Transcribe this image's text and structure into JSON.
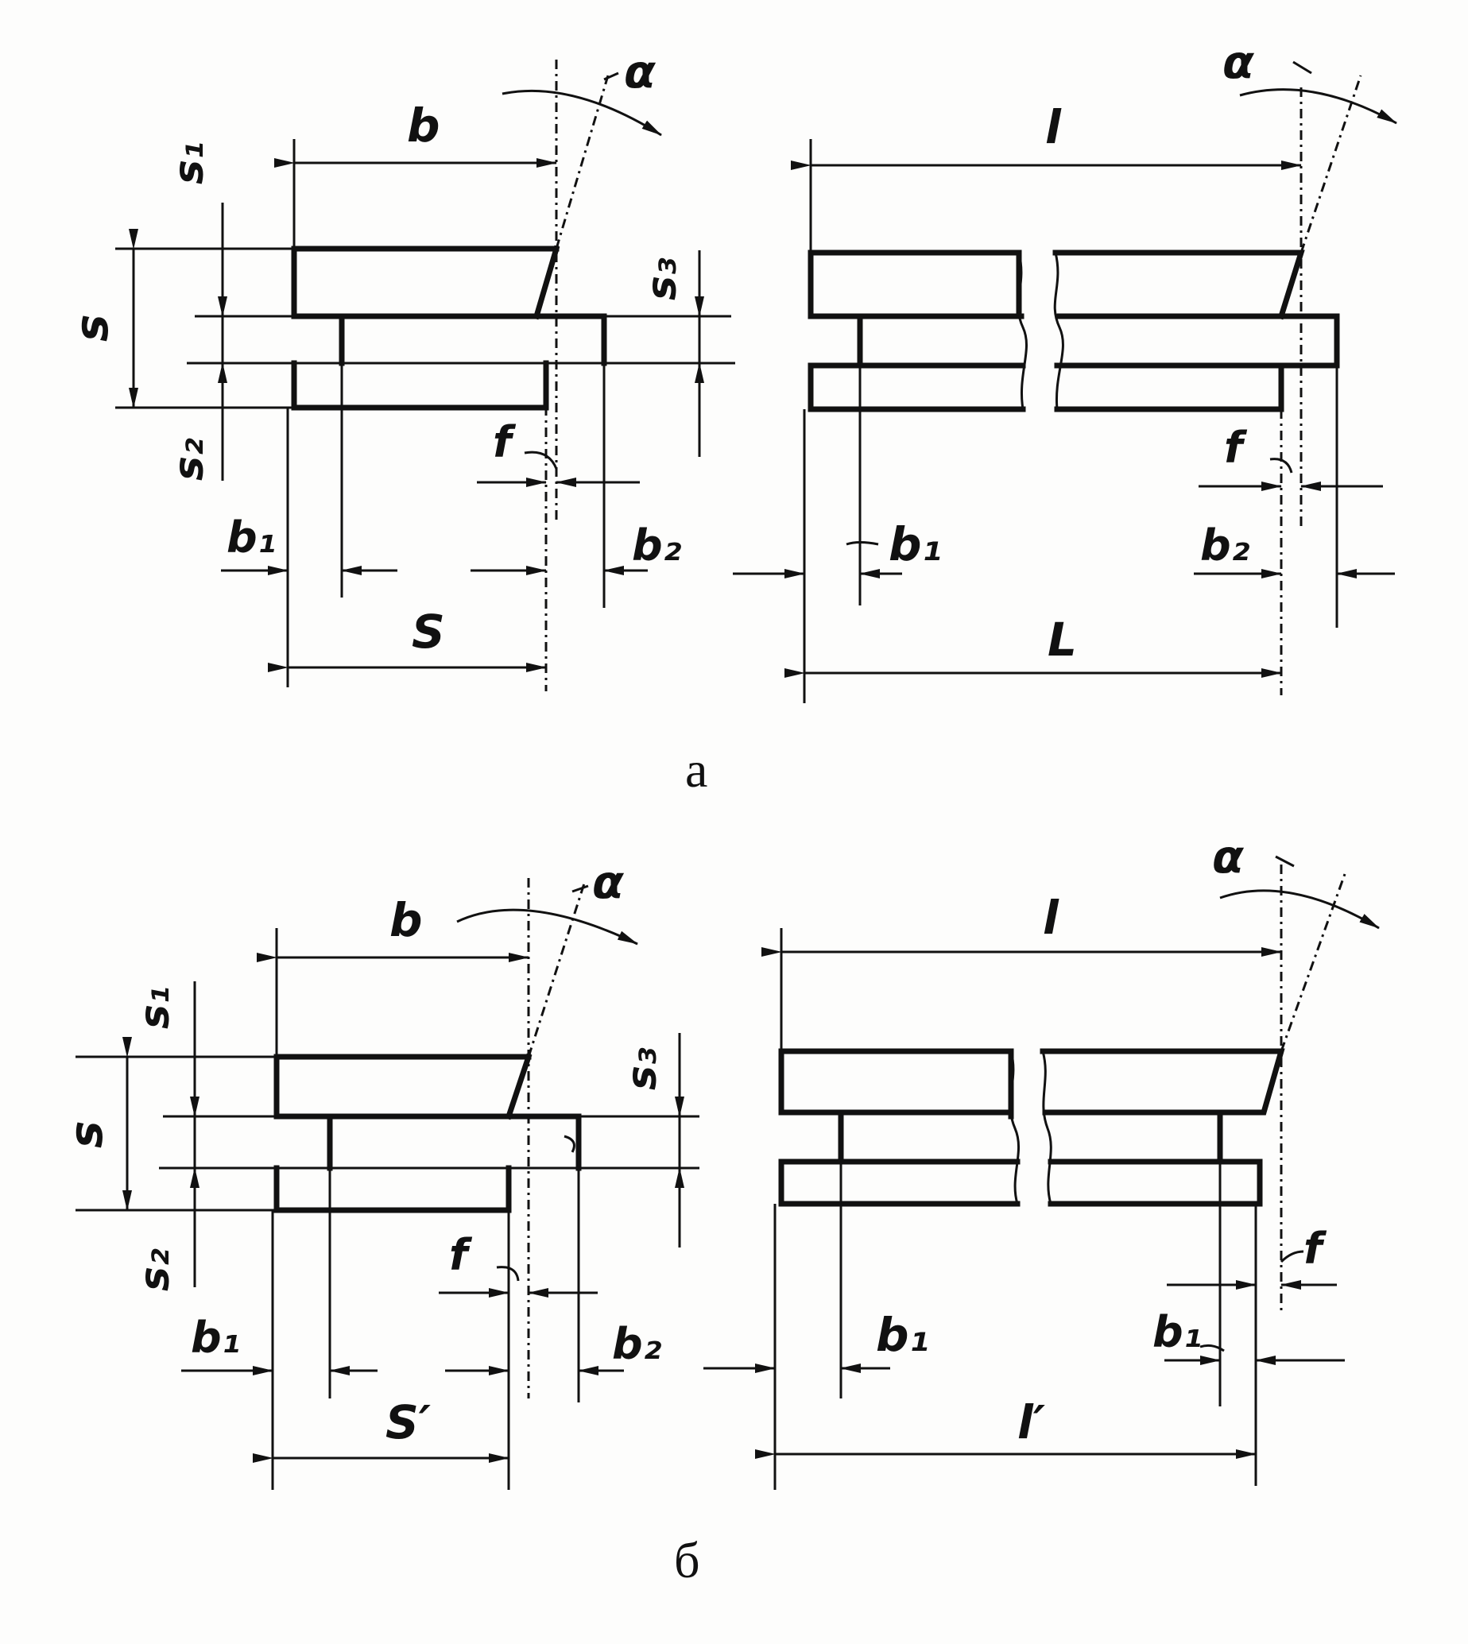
{
  "figure": {
    "panels": [
      {
        "caption": "а"
      },
      {
        "caption": "б"
      }
    ],
    "labels": {
      "b": "b",
      "l": "l",
      "alpha": "α",
      "s": "s",
      "s1": "s₁",
      "s2": "s₂",
      "s3": "s₃",
      "f": "f",
      "b1": "b₁",
      "b2": "b₂",
      "S": "S",
      "L": "L",
      "S_prime": "S′",
      "l_prime": "l′"
    }
  }
}
